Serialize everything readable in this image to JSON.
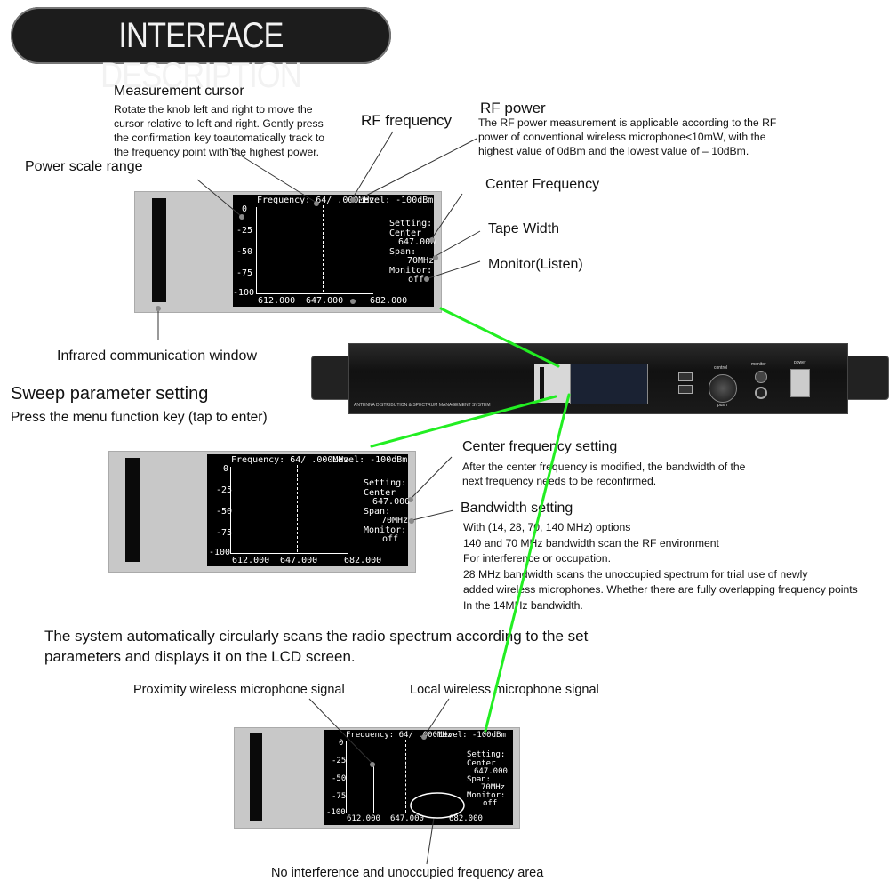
{
  "banner": {
    "title": "INTERFACE DESCRIPTION"
  },
  "callouts": {
    "measurement_cursor": {
      "title": "Measurement cursor",
      "body": [
        "Rotate the knob left and right to move the",
        "cursor relative to left and right. Gently press",
        "the confirmation key toautomatically track to",
        "the frequency point with the highest power."
      ]
    },
    "rf_frequency": {
      "title": "RF frequency"
    },
    "rf_power": {
      "title": "RF power",
      "body": [
        "The RF power measurement is applicable according to the RF",
        "power  of conventional wireless microphone<10mW, with the",
        "highest value of 0dBm and the lowest value of – 10dBm."
      ]
    },
    "power_scale_range": {
      "title": "Power scale range"
    },
    "center_frequency": {
      "title": "Center Frequency"
    },
    "tape_width": {
      "title": "Tape Width"
    },
    "monitor_listen": {
      "title": "Monitor(Listen)"
    },
    "infrared_window": {
      "title": "Infrared communication window"
    },
    "sweep_setting": {
      "title": "Sweep parameter setting",
      "body": "Press the menu function key (tap to enter)"
    },
    "center_freq_setting": {
      "title": "Center frequency setting",
      "body": [
        "After the center frequency is modified, the bandwidth of the",
        "next frequency needs to be reconfirmed."
      ]
    },
    "bandwidth_setting": {
      "title": "Bandwidth setting",
      "body": [
        "With (14, 28, 70, 140 MHz) options",
        "140 and 70 MHz bandwidth scan the RF environment",
        "For interference or occupation.",
        "28 MHz bandwidth scans the unoccupied spectrum for trial use of newly",
        "added wireless microphones. Whether there are fully overlapping frequency points",
        "In the 14MHz bandwidth."
      ]
    },
    "auto_scan": {
      "body": [
        "The system automatically circularly scans the radio spectrum according to the set",
        "parameters and displays it on the LCD screen."
      ]
    },
    "proximity_signal": {
      "title": "Proximity wireless microphone signal"
    },
    "local_signal": {
      "title": "Local wireless microphone signal"
    },
    "no_interference": {
      "title": "No interference and unoccupied frequency area"
    }
  },
  "lcd": {
    "header_freq": "Frequency: 64/ .000MHz",
    "header_level": "Level:  -100dBm",
    "yticks": [
      "0",
      "-25",
      "-50",
      "-75",
      "-100"
    ],
    "xticks": [
      "612.000",
      "647.000",
      "682.000"
    ],
    "setting": [
      "Setting:",
      "Center",
      "647.000",
      "Span:",
      "70MHz",
      "Monitor:",
      "off"
    ]
  },
  "device": {
    "front_label": "ANTENNA DISTRIBUTION & SPECTRUM MANAGEMENT SYSTEM",
    "control_label": "control",
    "push_label": "push",
    "monitor_label": "monitor",
    "power_label": "power"
  },
  "colors": {
    "connector_green": "#22ee22",
    "banner_bg": "#1c1c1c"
  }
}
